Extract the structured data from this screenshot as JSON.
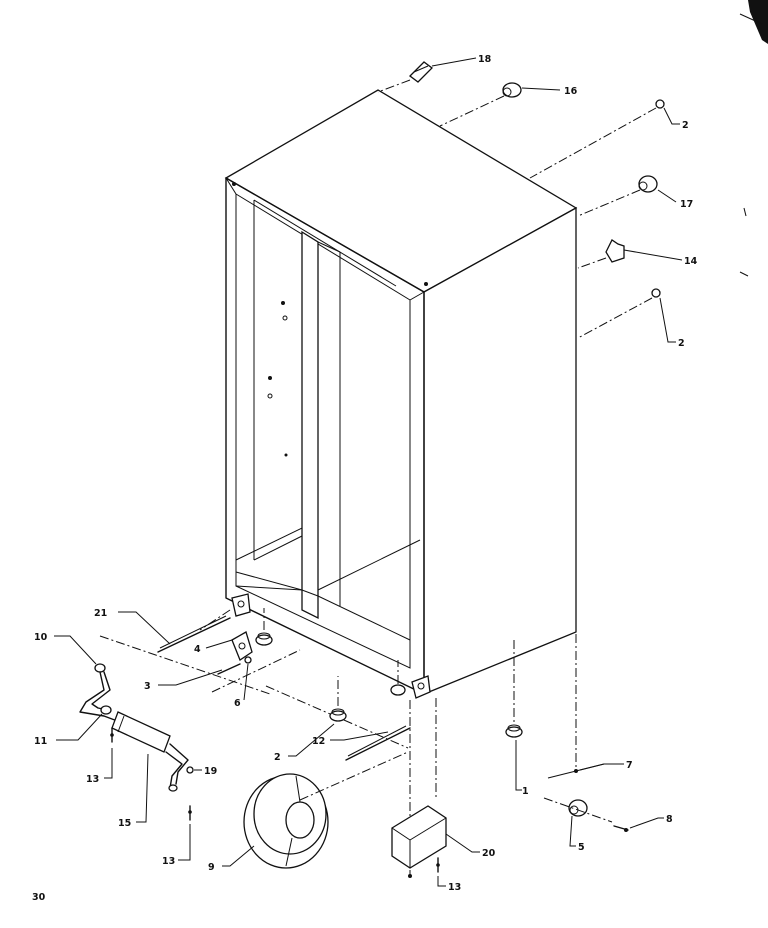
{
  "page_number": "30",
  "callouts": {
    "c18": "18",
    "c16": "16",
    "c2a": "2",
    "c17": "17",
    "c14": "14",
    "c2b": "2",
    "c21": "21",
    "c10": "10",
    "c4": "4",
    "c3": "3",
    "c6": "6",
    "c11": "11",
    "c2c": "2",
    "c12": "12",
    "c1": "1",
    "c7": "7",
    "c13a": "13",
    "c15": "15",
    "c19": "19",
    "c13b": "13",
    "c5": "5",
    "c8": "8",
    "c9": "9",
    "c20": "20",
    "c13c": "13"
  }
}
